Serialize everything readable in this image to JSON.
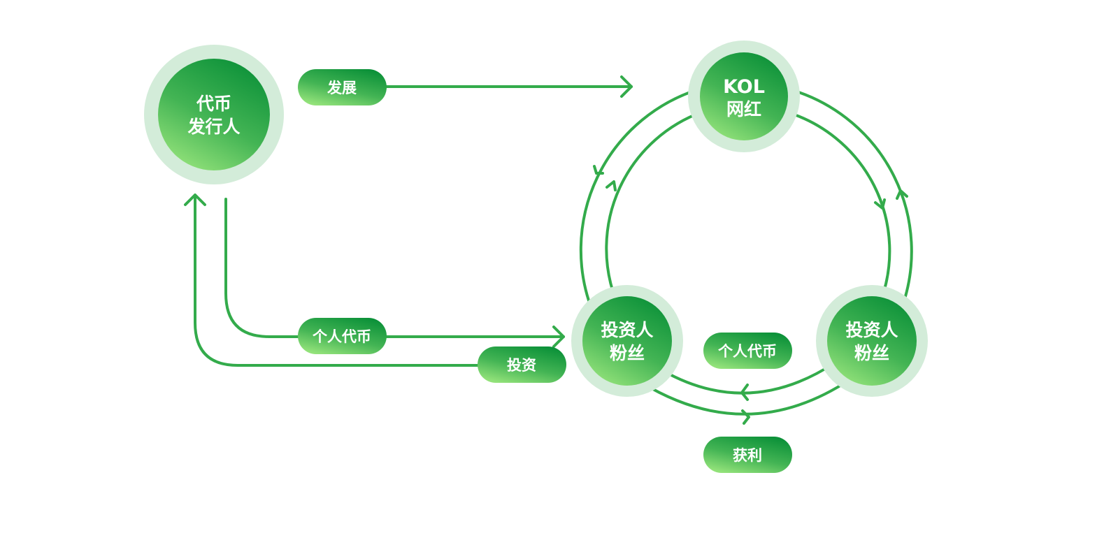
{
  "colors": {
    "line": "#33ab4b",
    "halo": "#d3ecd9",
    "gradient_dark": "#0a9038",
    "gradient_light": "#93e27a",
    "text": "#ffffff"
  },
  "nodes": {
    "issuer": {
      "line1": "代币",
      "line2": "发行人"
    },
    "kol": {
      "line1": "KOL",
      "line2": "网红"
    },
    "fan_left": {
      "line1": "投资人",
      "line2": "粉丝"
    },
    "fan_right": {
      "line1": "投资人",
      "line2": "粉丝"
    }
  },
  "labels": {
    "develop": "发展",
    "personal_token_left": "个人代币",
    "invest": "投资",
    "personal_token_center": "个人代币",
    "profit": "获利"
  }
}
